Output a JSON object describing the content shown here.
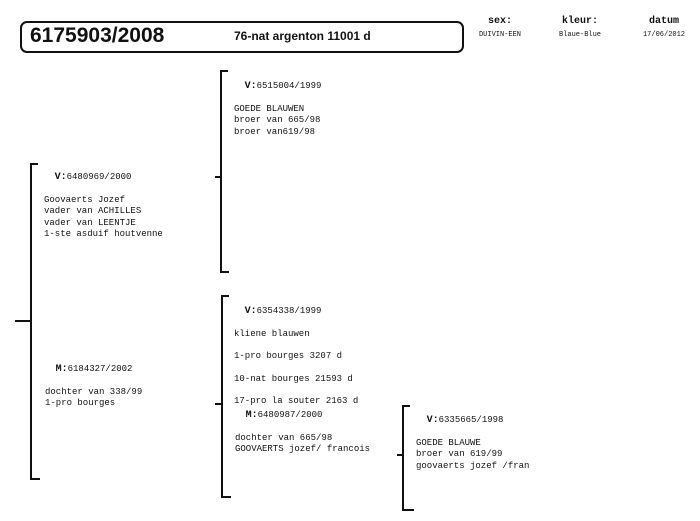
{
  "header": {
    "ring": "6175903/2008",
    "result": "76-nat argenton 11001 d",
    "sex_label": "sex:",
    "sex_value": "DUIVIN-EEN",
    "color_label": "kleur:",
    "color_value": "Blaue-Blue",
    "date_label": "datum",
    "date_value": "17/06/2012"
  },
  "sire": {
    "label": "V:",
    "ring": "6480969/2000",
    "lines": [
      "Goovaerts Jozef",
      "vader van ACHILLES",
      "vader van LEENTJE",
      "1-ste asduif houtvenne"
    ]
  },
  "dam": {
    "label": "M:",
    "ring": "6184327/2002",
    "lines": [
      "dochter van 338/99",
      "1-pro bourges"
    ]
  },
  "sire_sire": {
    "label": "V:",
    "ring": "6515004/1999",
    "lines": [
      "GOEDE BLAUWEN",
      "broer van 665/98",
      "broer van619/98"
    ]
  },
  "dam_sire": {
    "label": "V:",
    "ring": "6354338/1999",
    "lines": [
      "kliene blauwen",
      "1-pro bourges 3207 d",
      "10-nat bourges 21593 d",
      "17-pro la souter 2163 d"
    ]
  },
  "dam_dam": {
    "label": "M:",
    "ring": "6480987/2000",
    "lines": [
      "dochter van 665/98",
      "GOOVAERTS jozef/ francois"
    ]
  },
  "dam_dam_sire": {
    "label": "V:",
    "ring": "6335665/1998",
    "lines": [
      "GOEDE BLAUWE",
      "broer van 619/99",
      "goovaerts jozef /fran"
    ]
  }
}
